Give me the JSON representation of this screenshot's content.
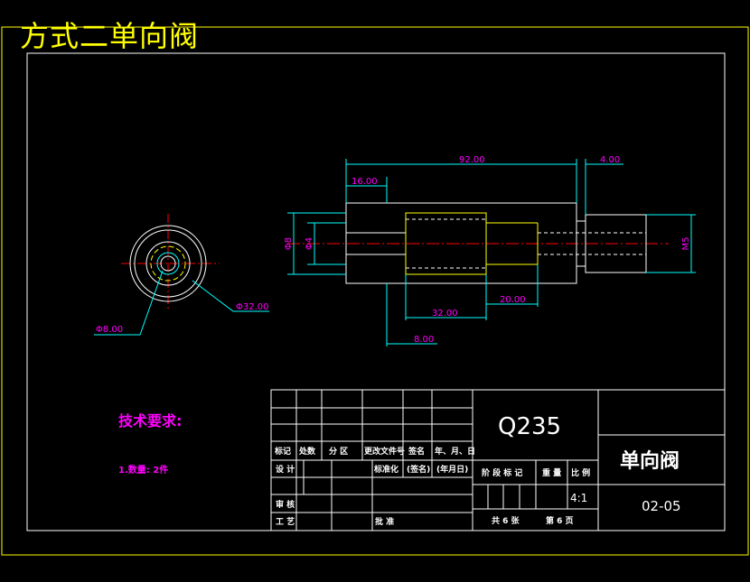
{
  "banner": "方式二单向阀",
  "side_view": {
    "dim_inner": "Φ8.00",
    "dim_outer": "Φ32.00"
  },
  "front_view": {
    "dim_total_length": "92.00",
    "dim_end_gap": "4.00",
    "dim_left_shoulder": "16.00",
    "dim_left_dia_outer": "Φ8",
    "dim_left_dia_inner": "Φ4",
    "dim_right_dia": "M5",
    "dim_center_section": "32.00",
    "dim_step": "20.00",
    "dim_offset": "8.00"
  },
  "notes": {
    "heading": "技术要求:",
    "item1": "1.数量: 2件"
  },
  "title_block": {
    "material": "Q235",
    "part_name": "单向阀",
    "drawing_no": "02-05",
    "scale": "4:1",
    "hdr_mark": "标记",
    "hdr_count": "处数",
    "hdr_zone": "分 区",
    "hdr_doc": "更改文件号",
    "hdr_sign": "签名",
    "hdr_date": "年、月、日",
    "row_design": "设 计",
    "row_std": "标准化",
    "row_sign2": "(签名)",
    "row_date2": "(年月日)",
    "row_review": "审 核",
    "row_process": "工 艺",
    "row_approve": "批 准",
    "stage_mark": "阶 段 标 记",
    "weight": "重 量",
    "ratio": "比 例",
    "sheets_total": "共 6 张",
    "sheet_no": "第 6 页"
  }
}
